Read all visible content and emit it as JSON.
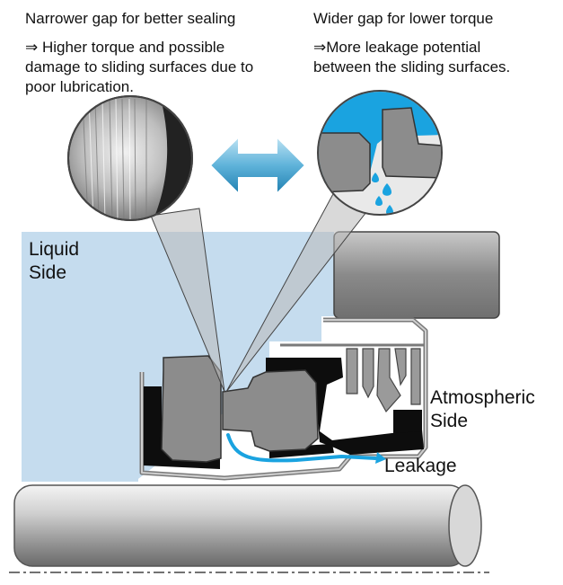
{
  "texts": {
    "left_heading": "Narrower gap for better sealing",
    "left_body": "⇒ Higher torque and possible\ndamage to sliding surfaces due to\npoor lubrication.",
    "right_heading": "Wider gap for lower torque",
    "right_body": "⇒More leakage potential\nbetween the sliding surfaces.",
    "liquid_side": "Liquid\nSide",
    "atmospheric_side": "Atmospheric\nSide",
    "leakage": "Leakage"
  },
  "icons": {
    "arrow": "double-arrow-icon",
    "magnifier_left": "magnified-surface-icon",
    "magnifier_right": "magnified-gap-icon"
  },
  "colors": {
    "liquid": "#c5dcee",
    "seal_grey": "#8c8c8c",
    "rubber": "#0d0d0d",
    "leak": "#1aa3e0",
    "arrow_light": "#9fd3ea",
    "arrow_dark": "#2a8dbd"
  }
}
